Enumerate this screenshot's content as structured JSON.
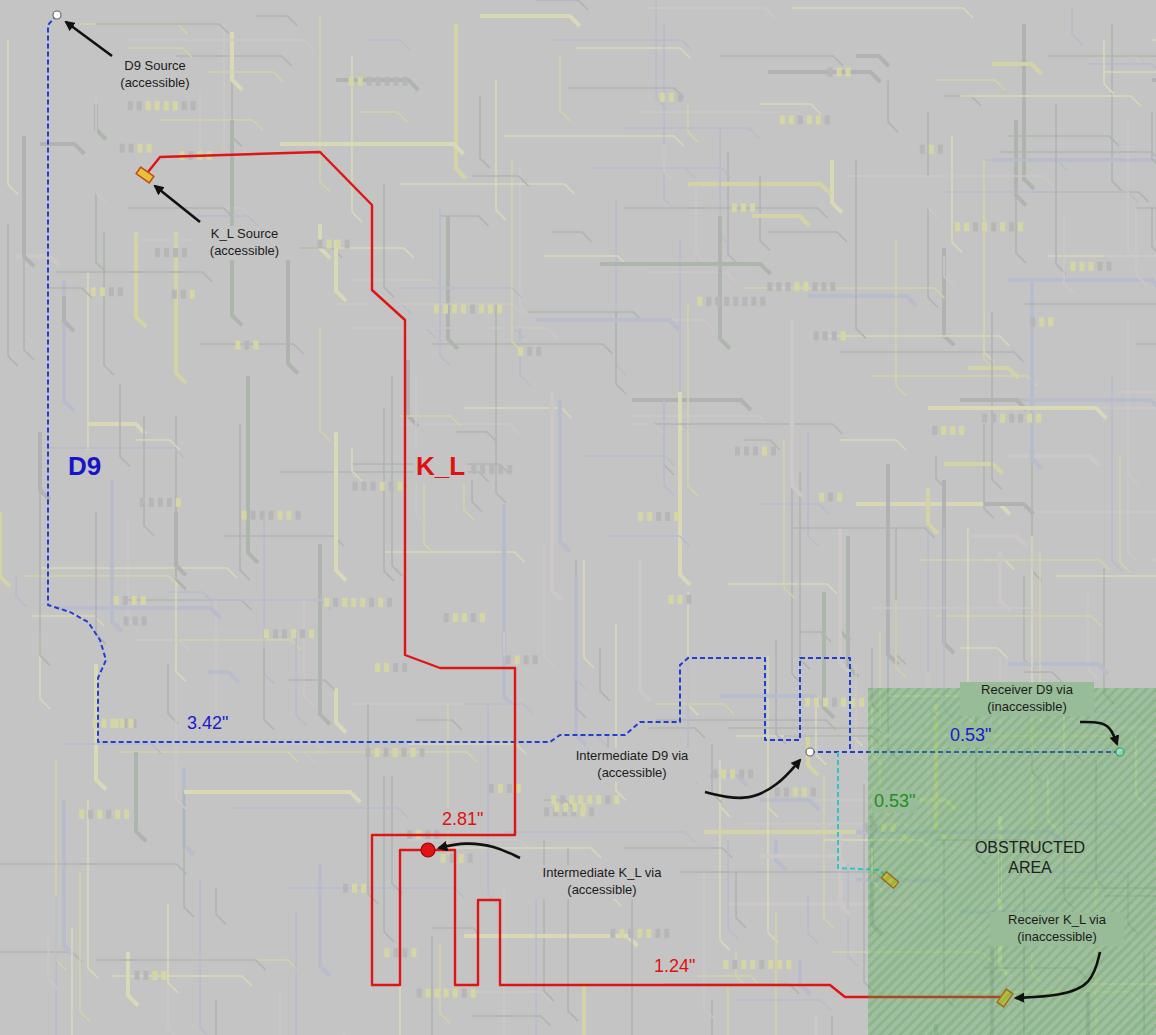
{
  "diagram": {
    "nodes": [
      {
        "text": [
          "OBSTRUCTED AREA"
        ]
      }
    ],
    "labels": [
      "D9 Source (accessible)",
      "K_L Source (accessible)",
      "D9",
      "K_L",
      "Receiver D9 via (inaccessible)",
      "3.42\"",
      "0.53\"",
      "Intermediate D9 via (accessible)",
      "0.53\"",
      "2.81\"",
      "Intermediate K_L via (accessible)",
      "1.24\"",
      "Receiver K_L via (inaccessible)"
    ]
  }
}
